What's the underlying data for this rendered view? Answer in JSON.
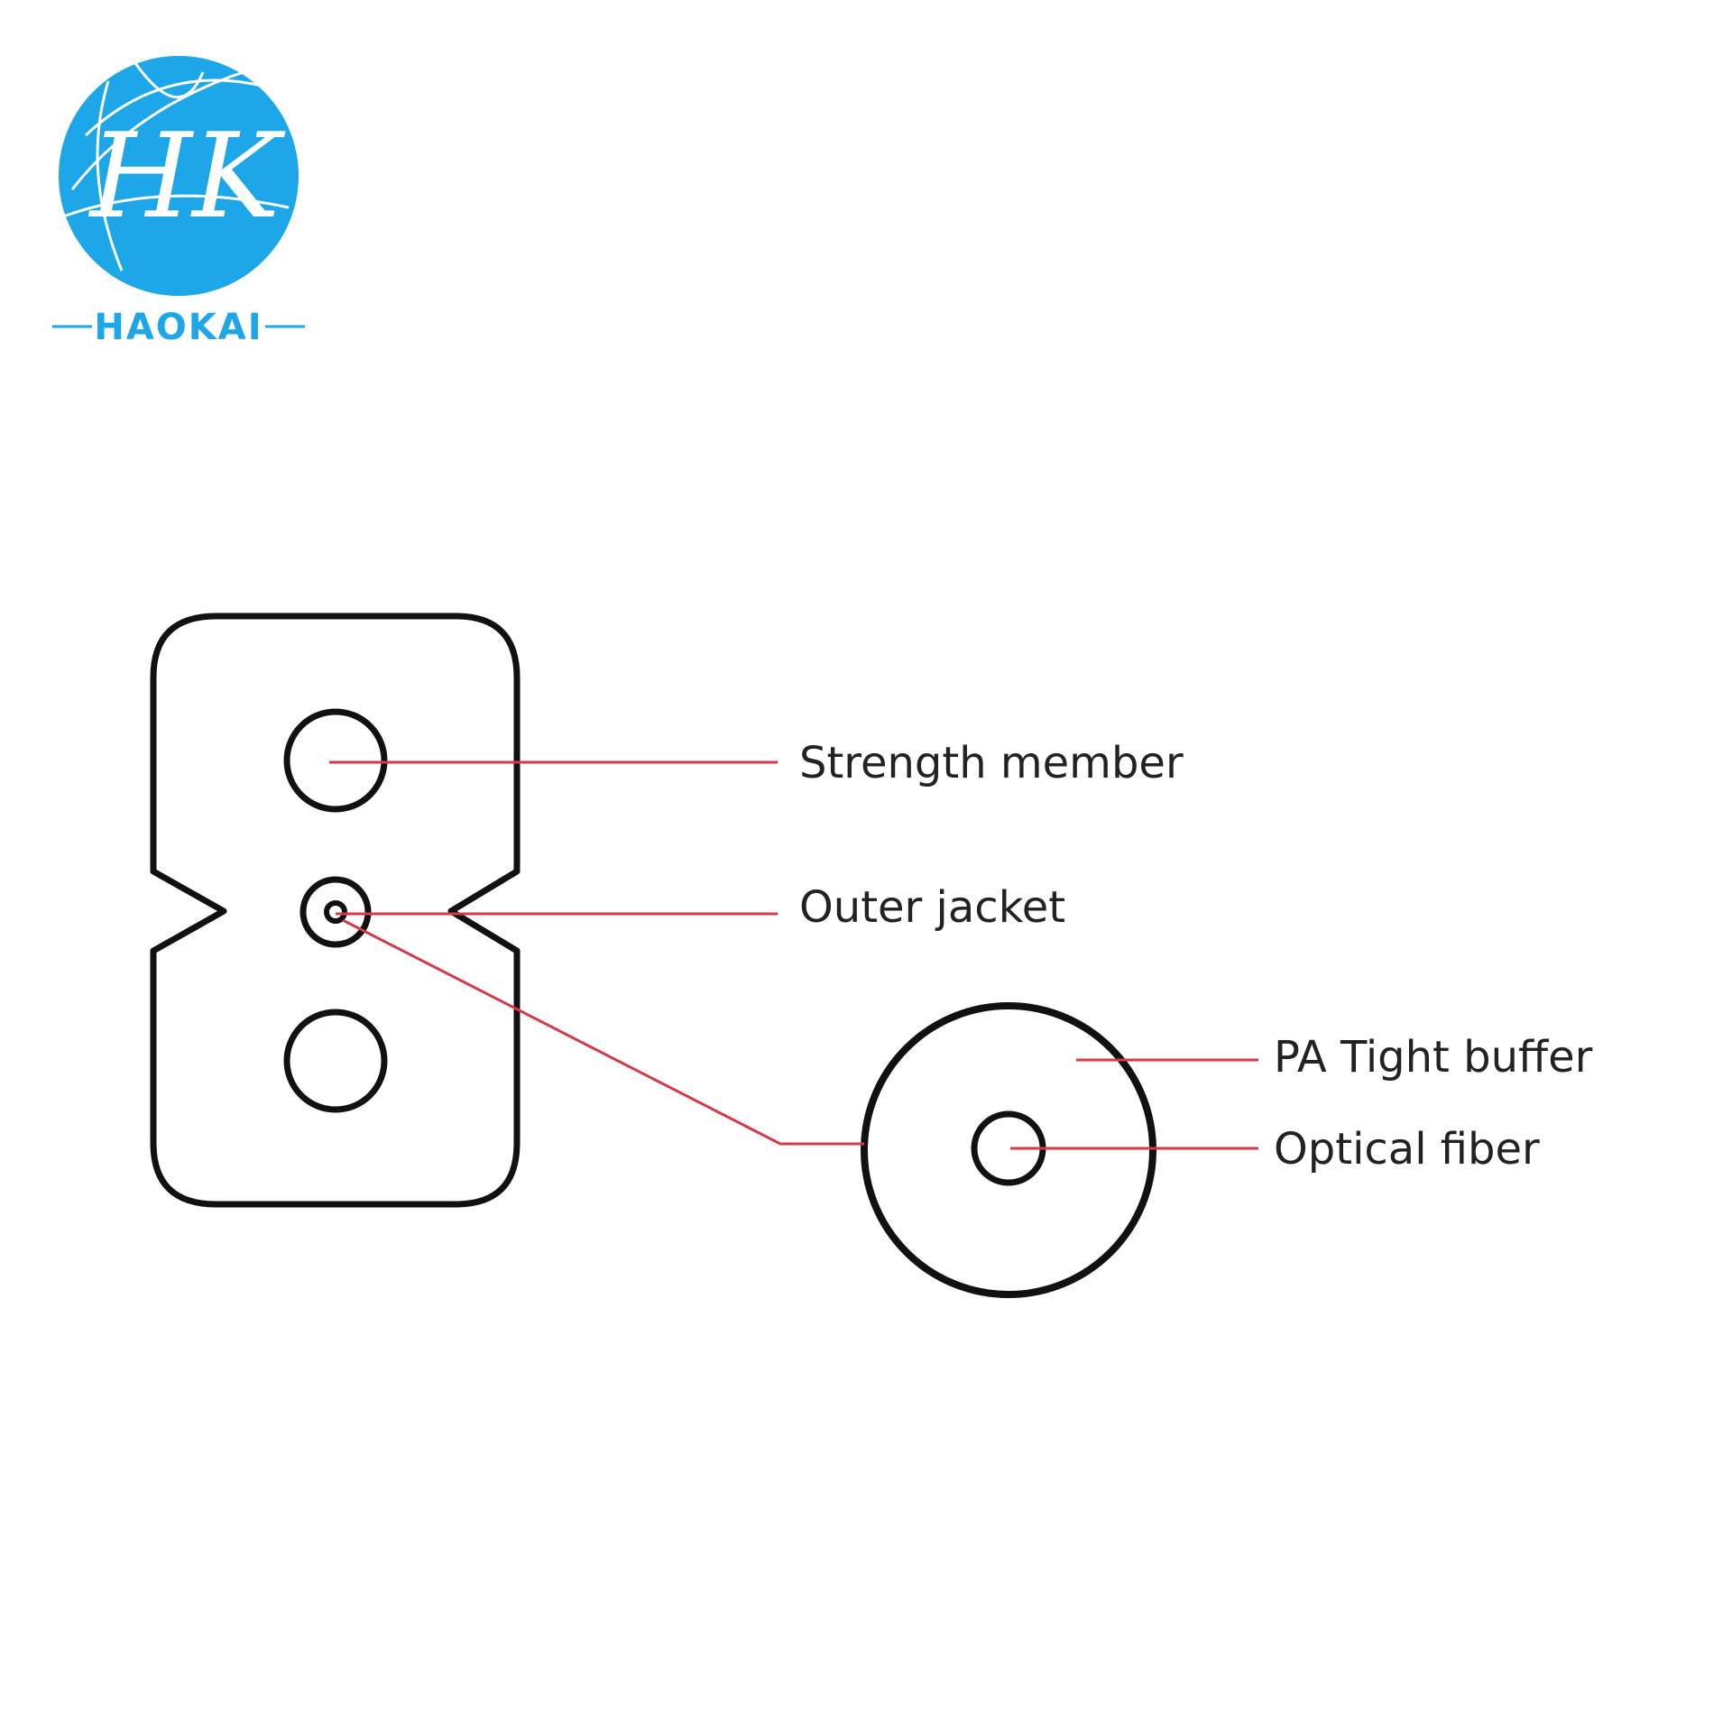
{
  "brand": {
    "name": "HAOKAI",
    "monogram": "HK",
    "color": "#1ea7e8",
    "icon": "haokai-globe-logo"
  },
  "diagram": {
    "labels": {
      "strength_member": "Strength member",
      "outer_jacket": "Outer jacket",
      "pa_tight_buffer": "PA Tight buffer",
      "optical_fiber": "Optical fiber"
    },
    "line_color": "#d33a4a",
    "outline_color": "#111111"
  }
}
